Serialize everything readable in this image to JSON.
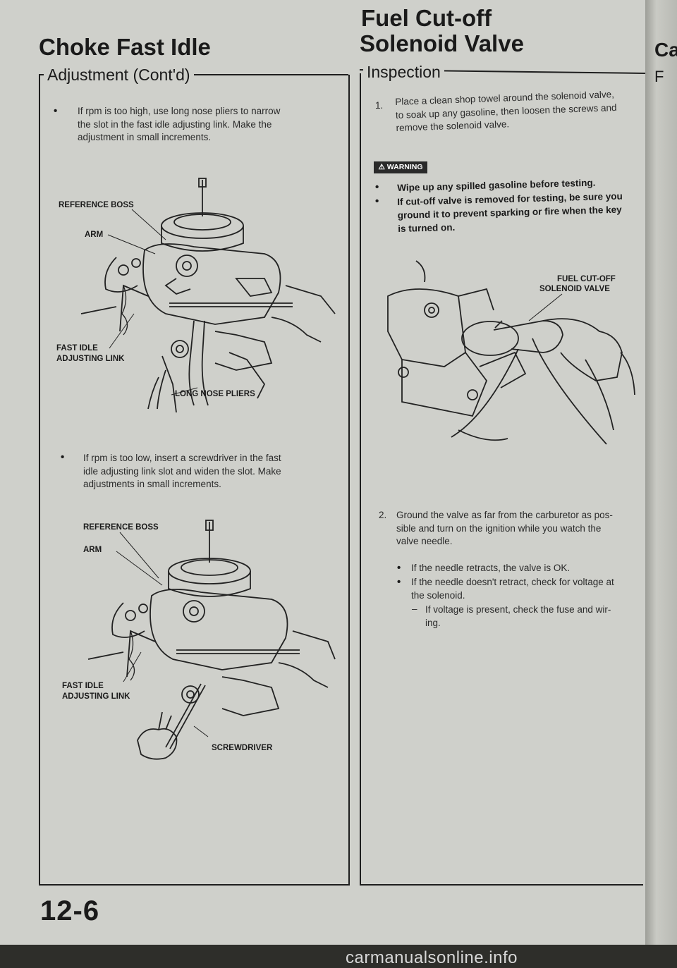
{
  "left": {
    "title": "Choke Fast Idle",
    "subtitle": "Adjustment (Cont'd)",
    "bullets": [
      {
        "bullet": "•",
        "lines": [
          "If rpm is too high, use long nose pliers to narrow",
          "the slot in the fast idle adjusting link. Make the",
          "adjustment in small increments."
        ]
      },
      {
        "bullet": "•",
        "lines": [
          "If rpm is too low, insert a screwdriver in the fast",
          "idle adjusting link slot and widen the slot. Make",
          "adjustments in small increments."
        ]
      }
    ],
    "figure1": {
      "labels": {
        "reference_boss": "REFERENCE BOSS",
        "arm": "ARM",
        "fast_idle": "FAST IDLE",
        "adjusting_link": "ADJUSTING LINK",
        "pliers": "LONG NOSE PLIERS"
      }
    },
    "figure2": {
      "labels": {
        "reference_boss": "REFERENCE BOSS",
        "arm": "ARM",
        "fast_idle": "FAST IDLE",
        "adjusting_link": "ADJUSTING LINK",
        "screwdriver": "SCREWDRIVER"
      }
    },
    "page_number": "12-6"
  },
  "right": {
    "title_line1": "Fuel Cut-off",
    "title_line2": "Solenoid Valve",
    "subtitle": "Inspection",
    "step1": {
      "num": "1.",
      "lines": [
        "Place a clean shop towel around the solenoid valve,",
        "to soak up any gasoline, then loosen the screws and",
        "remove the solenoid valve."
      ]
    },
    "warning_badge": "⚠ WARNING",
    "warning_items": [
      {
        "bullet": "•",
        "lines": [
          "Wipe up any spilled gasoline before testing."
        ]
      },
      {
        "bullet": "•",
        "lines": [
          "If cut-off valve is removed for testing, be sure you",
          "ground it to prevent sparking or fire when the key",
          "is turned on."
        ]
      }
    ],
    "figure": {
      "label_line1": "FUEL CUT-OFF",
      "label_line2": "SOLENOID VALVE"
    },
    "step2": {
      "num": "2.",
      "lines": [
        "Ground the valve as far from the carburetor as pos-",
        "sible and turn on the ignition while you watch the",
        "valve needle."
      ]
    },
    "sub_bullets": [
      {
        "bullet": "•",
        "lines": [
          "If the needle retracts, the valve is OK."
        ]
      },
      {
        "bullet": "•",
        "lines": [
          "If the needle doesn't retract, check for voltage at",
          "the solenoid."
        ]
      }
    ],
    "dash_item": {
      "dash": "–",
      "lines": [
        "If voltage is present, check the fuse and wir-",
        "ing."
      ]
    }
  },
  "edge": {
    "title_fragment": "Ca",
    "subtitle_fragment": "F"
  },
  "watermark": "carmanualsonline.info",
  "colors": {
    "paper": "#cfd0cb",
    "ink": "#1a1a1a",
    "strip": "#2e2e2a"
  }
}
